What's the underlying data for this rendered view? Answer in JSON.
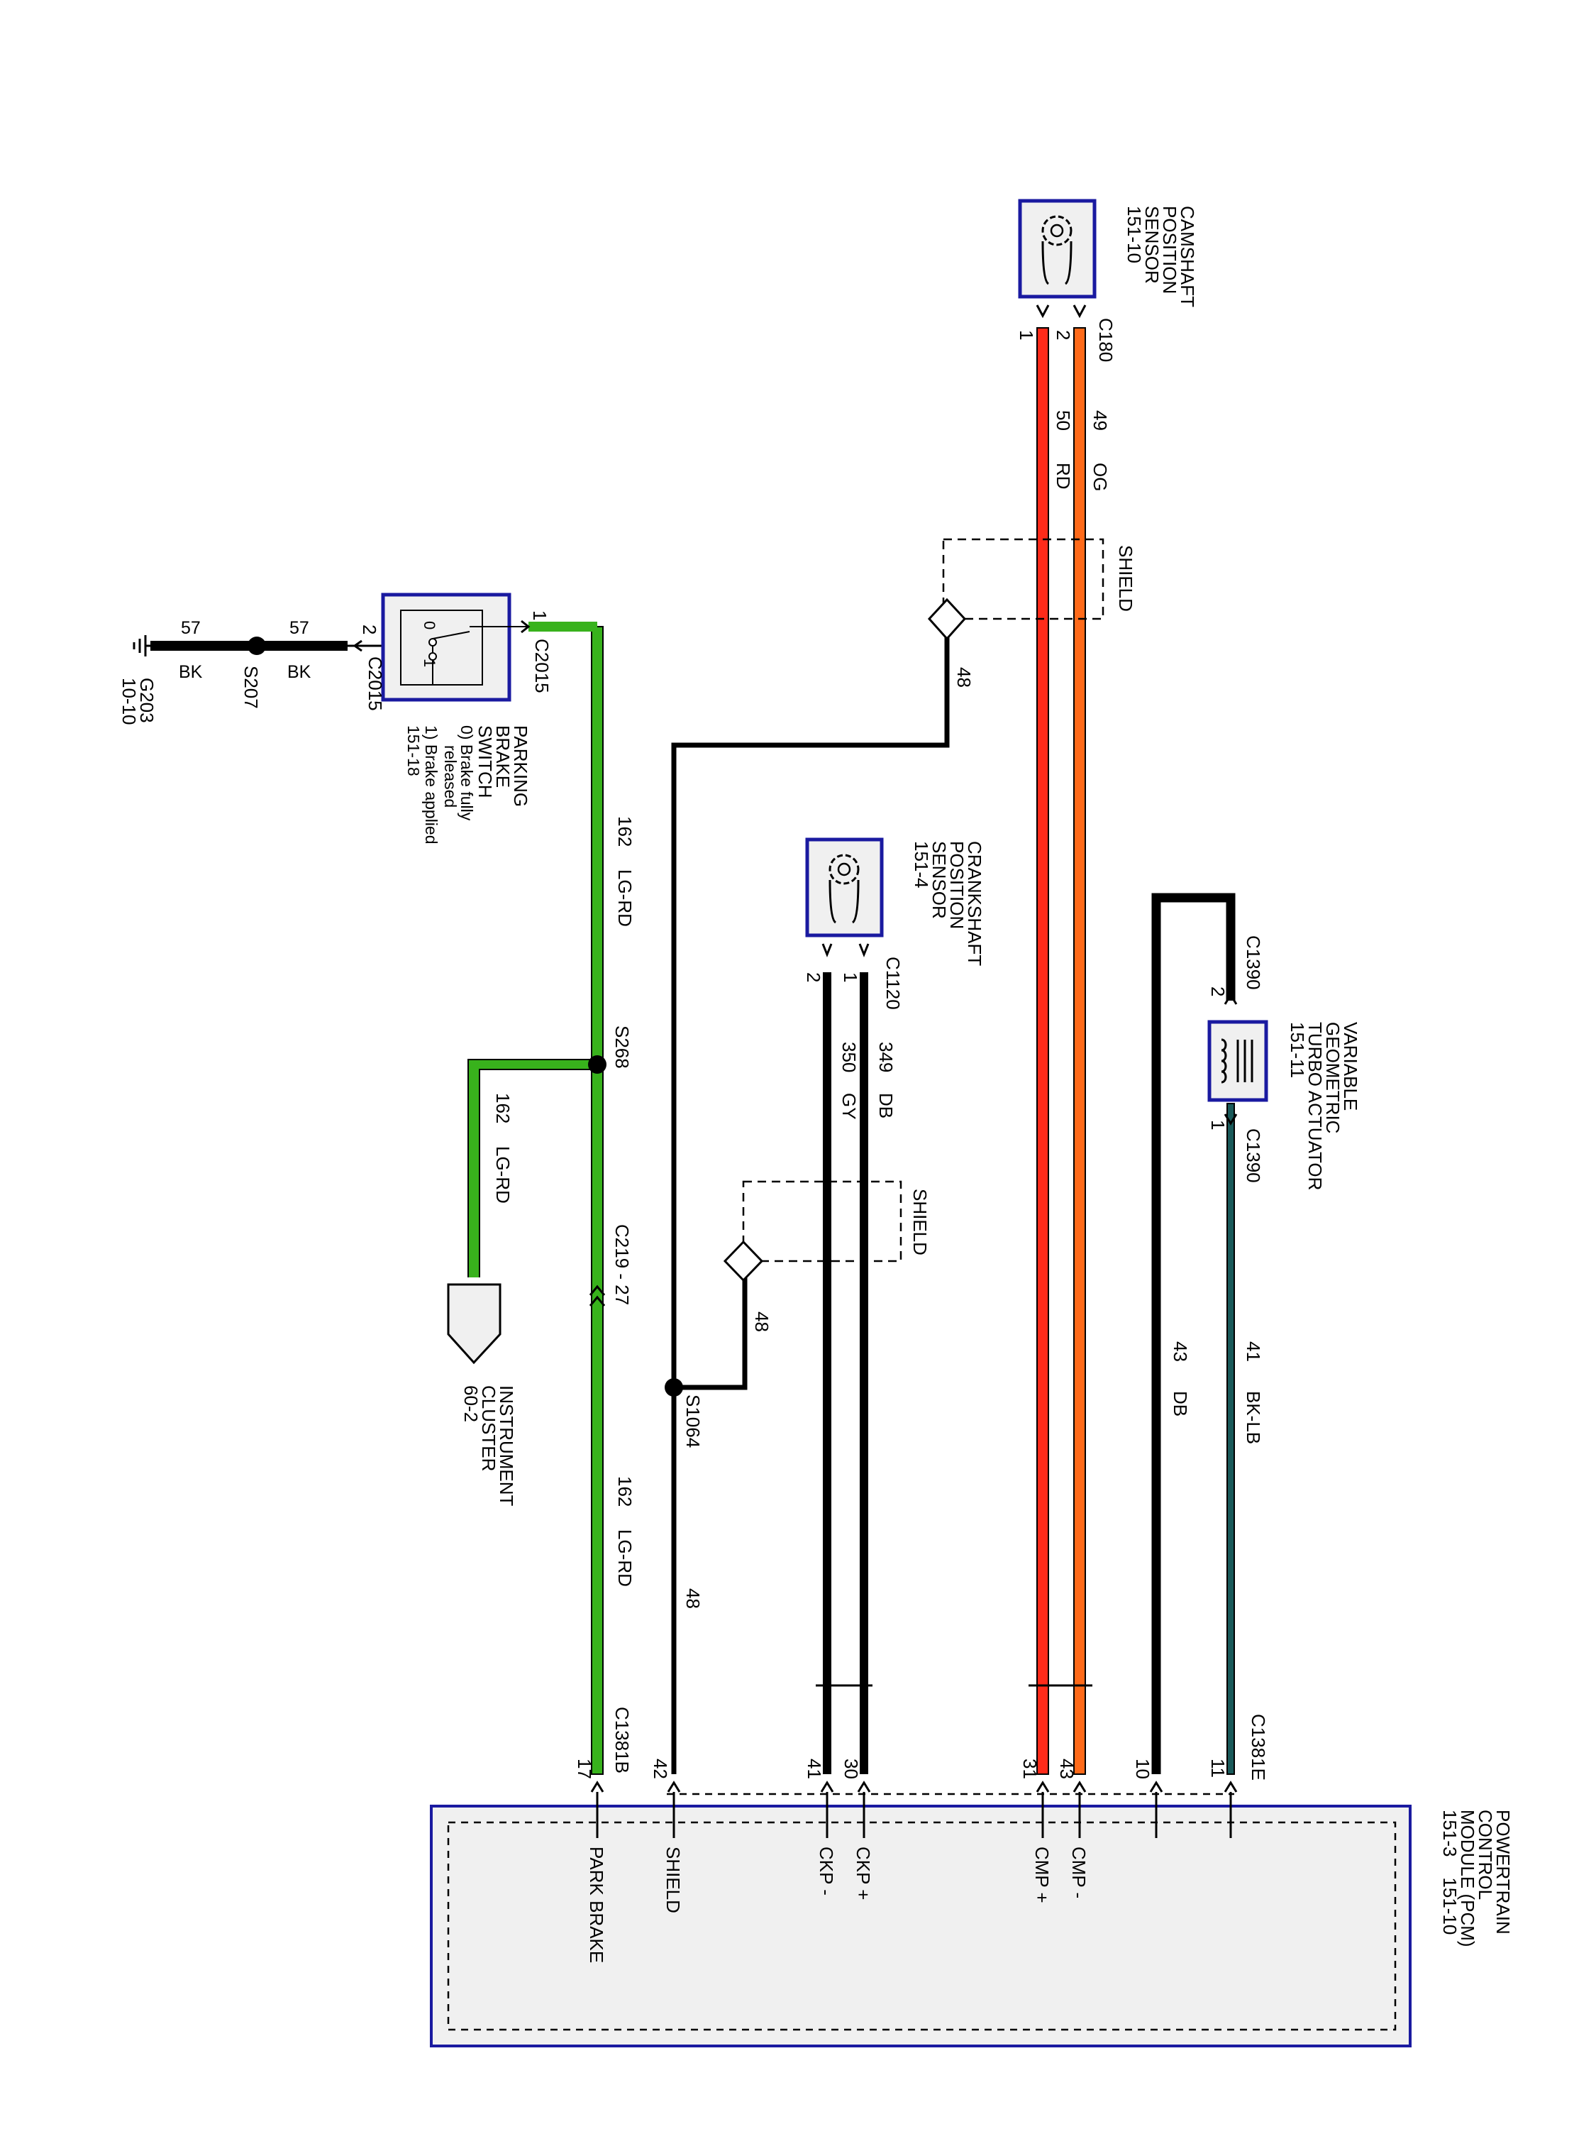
{
  "colors": {
    "red": "#ff2b1a",
    "orange": "#ff6a1a",
    "green": "#38b21c",
    "black": "#000000",
    "blue": "#1a1aa0",
    "pcm_fill": "#f0f0f0"
  },
  "camshaft_sensor": {
    "name_lines": [
      "CAMSHAFT",
      "POSITION",
      "SENSOR",
      "151-10"
    ],
    "connector": "C180",
    "pin_1": "1",
    "pin_2": "2",
    "icon": "gear-sensor-icon"
  },
  "crankshaft_sensor": {
    "name_lines": [
      "CRANKSHAFT",
      "POSITION",
      "SENSOR",
      "151-4"
    ],
    "connector": "C1120",
    "pin_1": "1",
    "pin_2": "2",
    "icon": "gear-sensor-icon"
  },
  "turbo_actuator": {
    "name_lines": [
      "VARIABLE",
      "GEOMETRIC",
      "TURBO ACTUATOR",
      "151-11"
    ],
    "connector_top": "C1390",
    "connector_bottom": "C1390",
    "pin_top": "2",
    "pin_bottom": "1",
    "icon": "solenoid-icon"
  },
  "parking_brake_switch": {
    "name_lines": [
      "PARKING",
      "BRAKE",
      "SWITCH",
      "0) Brake fully",
      "released",
      "1) Brake applied",
      "151-18"
    ],
    "connector_1": "C2015",
    "connector_2": "C2015",
    "pin_1": "1",
    "pin_2": "2",
    "state_0": "0",
    "state_1": "1",
    "icon": "switch-icon"
  },
  "ground": {
    "id": "G203",
    "ref": "10-10",
    "icon": "ground-icon"
  },
  "splices": {
    "s207": "S207",
    "s268": "S268",
    "s1064": "S1064"
  },
  "instrument_cluster": {
    "name_lines": [
      "INSTRUMENT",
      "CLUSTER",
      "60-2"
    ],
    "icon": "connector-arrow-icon"
  },
  "inline_connector": "C219 - 27",
  "shield_label": "SHIELD",
  "wires": [
    {
      "circuit": "49",
      "color": "OG"
    },
    {
      "circuit": "50",
      "color": "RD"
    },
    {
      "circuit": "349",
      "color": "DB"
    },
    {
      "circuit": "350",
      "color": "GY"
    },
    {
      "circuit": "41",
      "color": "BK-LB"
    },
    {
      "circuit": "43",
      "color": "DB"
    },
    {
      "circuit": "162",
      "color": "LG-RD"
    },
    {
      "circuit": "57",
      "color": "BK"
    },
    {
      "circuit": "48",
      "color": ""
    }
  ],
  "pcm": {
    "name_lines": [
      "POWERTRAIN",
      "CONTROL",
      "MODULE (PCM)",
      "151-3    151-10"
    ],
    "connector_b": "C1381B",
    "connector_e": "C1381E",
    "pins": [
      {
        "pin": "11",
        "label": ""
      },
      {
        "pin": "10",
        "label": ""
      },
      {
        "pin": "43",
        "label": "CMP -"
      },
      {
        "pin": "31",
        "label": "CMP +"
      },
      {
        "pin": "30",
        "label": "CKP +"
      },
      {
        "pin": "41",
        "label": "CKP -"
      },
      {
        "pin": "42",
        "label": "SHIELD"
      },
      {
        "pin": "17",
        "label": "PARK BRAKE"
      }
    ]
  }
}
